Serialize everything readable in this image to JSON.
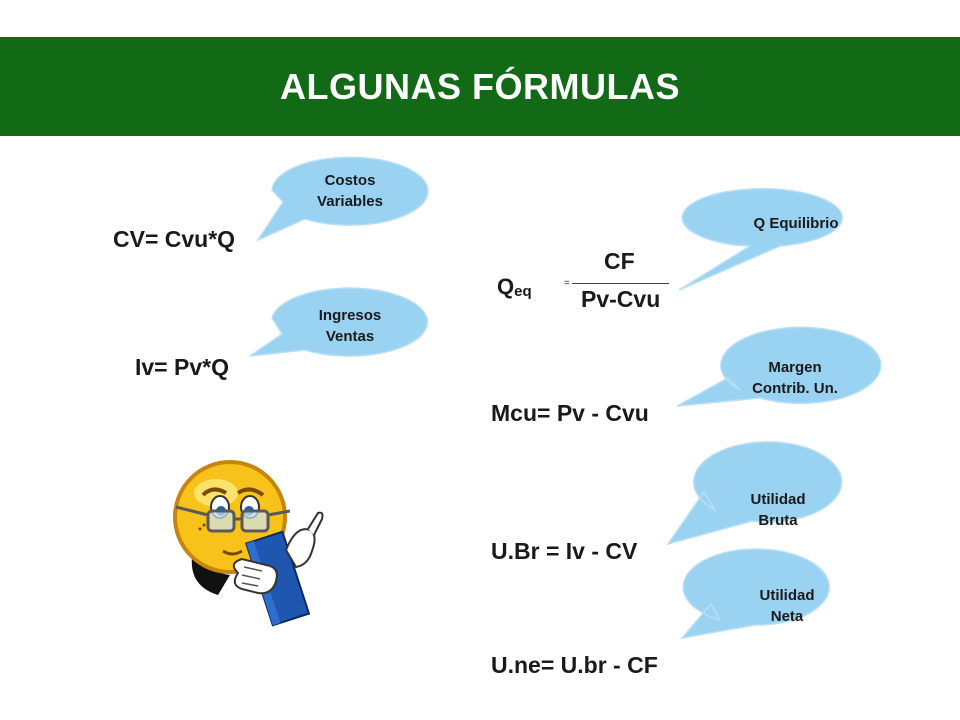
{
  "title": "ALGUNAS FÓRMULAS",
  "formulas": {
    "cv": "CV= Cvu*Q",
    "iv": "Iv= Pv*Q",
    "q_label": "Q",
    "q_sub": "eq",
    "q_eq": "=",
    "q_num": "CF",
    "q_den": "Pv-Cvu",
    "mcu": "Mcu= Pv - Cvu",
    "ubr": "U.Br = Iv - CV",
    "une": "U.ne= U.br - CF"
  },
  "callouts": {
    "costos": [
      "Costos",
      "Variables"
    ],
    "ingresos": [
      "Ingresos",
      "Ventas"
    ],
    "qequilibrio": [
      "Q Equilibrio"
    ],
    "margen": [
      "Margen",
      "Contrib. Un."
    ],
    "ubruta": [
      "Utilidad",
      "Bruta"
    ],
    "uneta": [
      "Utilidad",
      "Neta"
    ]
  },
  "colors": {
    "title_bar": "#126a16",
    "bubble_fill": "#9ad2f2",
    "bubble_stroke": "#b9dff5"
  },
  "clipart": "reading-smiley-icon"
}
